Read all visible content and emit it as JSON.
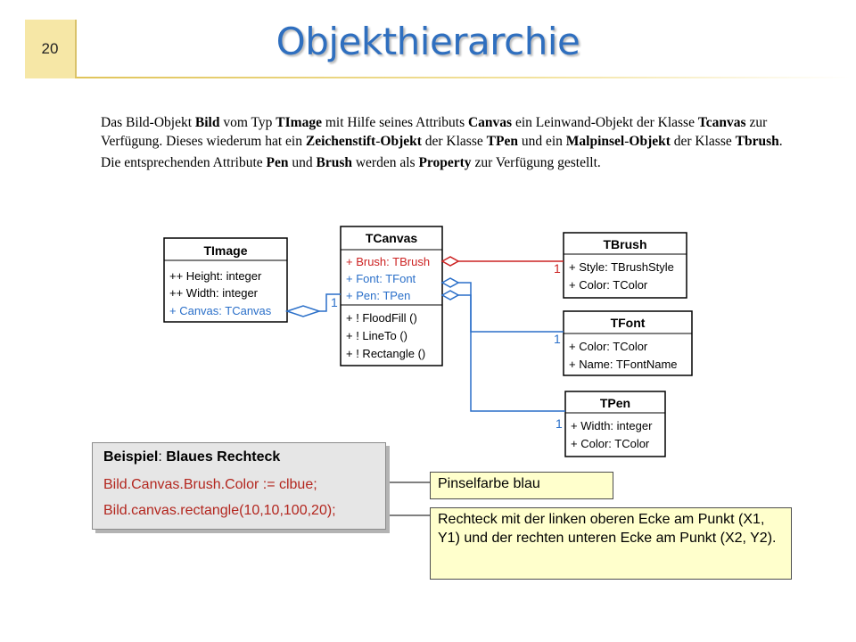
{
  "slide": {
    "page_number": "20",
    "title": "Objekthierarchie"
  },
  "intro": {
    "p1_t1": "Das Bild-Objekt ",
    "p1_b1": "Bild",
    "p1_t2": " vom Typ ",
    "p1_b2": "TImage",
    "p1_t3": " mit Hilfe seines Attributs ",
    "p1_b3": "Canvas",
    "p1_t4": " ein Leinwand-Objekt der Klasse ",
    "p1_b4": "Tcanvas",
    "p1_t5": " zur Verfügung. Dieses wiederum hat ein ",
    "p1_b5": "Zeichenstift",
    "p1_t6": "-",
    "p1_b6": "Objekt",
    "p1_t7": " der Klasse ",
    "p1_b7": "TPen",
    "p1_t8": " und ein ",
    "p1_b8": "Malpinsel",
    "p1_t9": "-",
    "p1_b9": "Objekt",
    "p1_t10": " der Klasse ",
    "p1_b10": "Tbrush",
    "p1_t11": ".",
    "p2_t1": "Die entsprechenden Attribute ",
    "p2_b1": "Pen",
    "p2_t2": " und ",
    "p2_b2": "Brush",
    "p2_t3": " werden als ",
    "p2_b3": "Property",
    "p2_t4": " zur Verfügung gestellt."
  },
  "uml": {
    "colors": {
      "red": "#cc2222",
      "blue": "#2a6fc9",
      "black": "#000000"
    },
    "timage": {
      "name": "TImage",
      "attrs": [
        "++ Height: integer",
        "++ Width: integer",
        "+ Canvas: TCanvas"
      ]
    },
    "tcanvas": {
      "name": "TCanvas",
      "attrs": [
        "+ Brush: TBrush",
        "+ Font: TFont",
        "+ Pen: TPen"
      ],
      "methods": [
        "+ ! FloodFill ()",
        "+ ! LineTo ()",
        "+ ! Rectangle ()"
      ]
    },
    "tbrush": {
      "name": "TBrush",
      "attrs": [
        "+ Style: TBrushStyle",
        "+ Color: TColor"
      ]
    },
    "tfont": {
      "name": "TFont",
      "attrs": [
        "+ Color: TColor",
        "+ Name: TFontName"
      ]
    },
    "tpen": {
      "name": "TPen",
      "attrs": [
        "+ Width: integer",
        "+ Color: TColor"
      ]
    },
    "multiplicity": "1"
  },
  "example": {
    "label": "Beispiel",
    "sep": ": ",
    "title": "Blaues Rechteck",
    "line1": "Bild.Canvas.Brush.Color := clbue;",
    "line2": "Bild.canvas.rectangle(10,10,100,20);"
  },
  "notes": {
    "n1": "Pinselfarbe blau",
    "n2": "Rechteck mit der linken oberen Ecke am Punkt (X1, Y1) und der rechten unteren Ecke am Punkt (X2, Y2)."
  }
}
